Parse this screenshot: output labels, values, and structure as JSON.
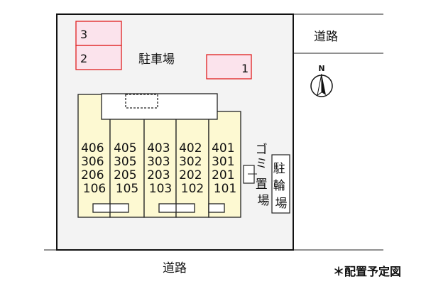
{
  "roads": {
    "top_right": "道路",
    "bottom": "道路"
  },
  "compass": {
    "label": "N"
  },
  "parking": {
    "label": "駐車場",
    "spaces": [
      "3",
      "2",
      "1"
    ],
    "fill": "#fbe3ec",
    "stroke": "#e02020"
  },
  "building": {
    "fill": "#fdf9d2",
    "columns": [
      {
        "units": [
          "406",
          "306",
          "206",
          "106"
        ]
      },
      {
        "units": [
          "405",
          "305",
          "205",
          "105"
        ]
      },
      {
        "units": [
          "403",
          "303",
          "203",
          "103"
        ]
      },
      {
        "units": [
          "402",
          "302",
          "202",
          "102"
        ]
      },
      {
        "units": [
          "401",
          "301",
          "201",
          "101"
        ]
      }
    ]
  },
  "garbage": {
    "label_chars": [
      "ゴ",
      "ミ",
      "置",
      "場"
    ]
  },
  "bicycle": {
    "label_chars": [
      "駐",
      "輪",
      "場"
    ]
  },
  "footer": {
    "note": "＊配置予定図"
  },
  "colors": {
    "lot": "#f3f3f3"
  }
}
